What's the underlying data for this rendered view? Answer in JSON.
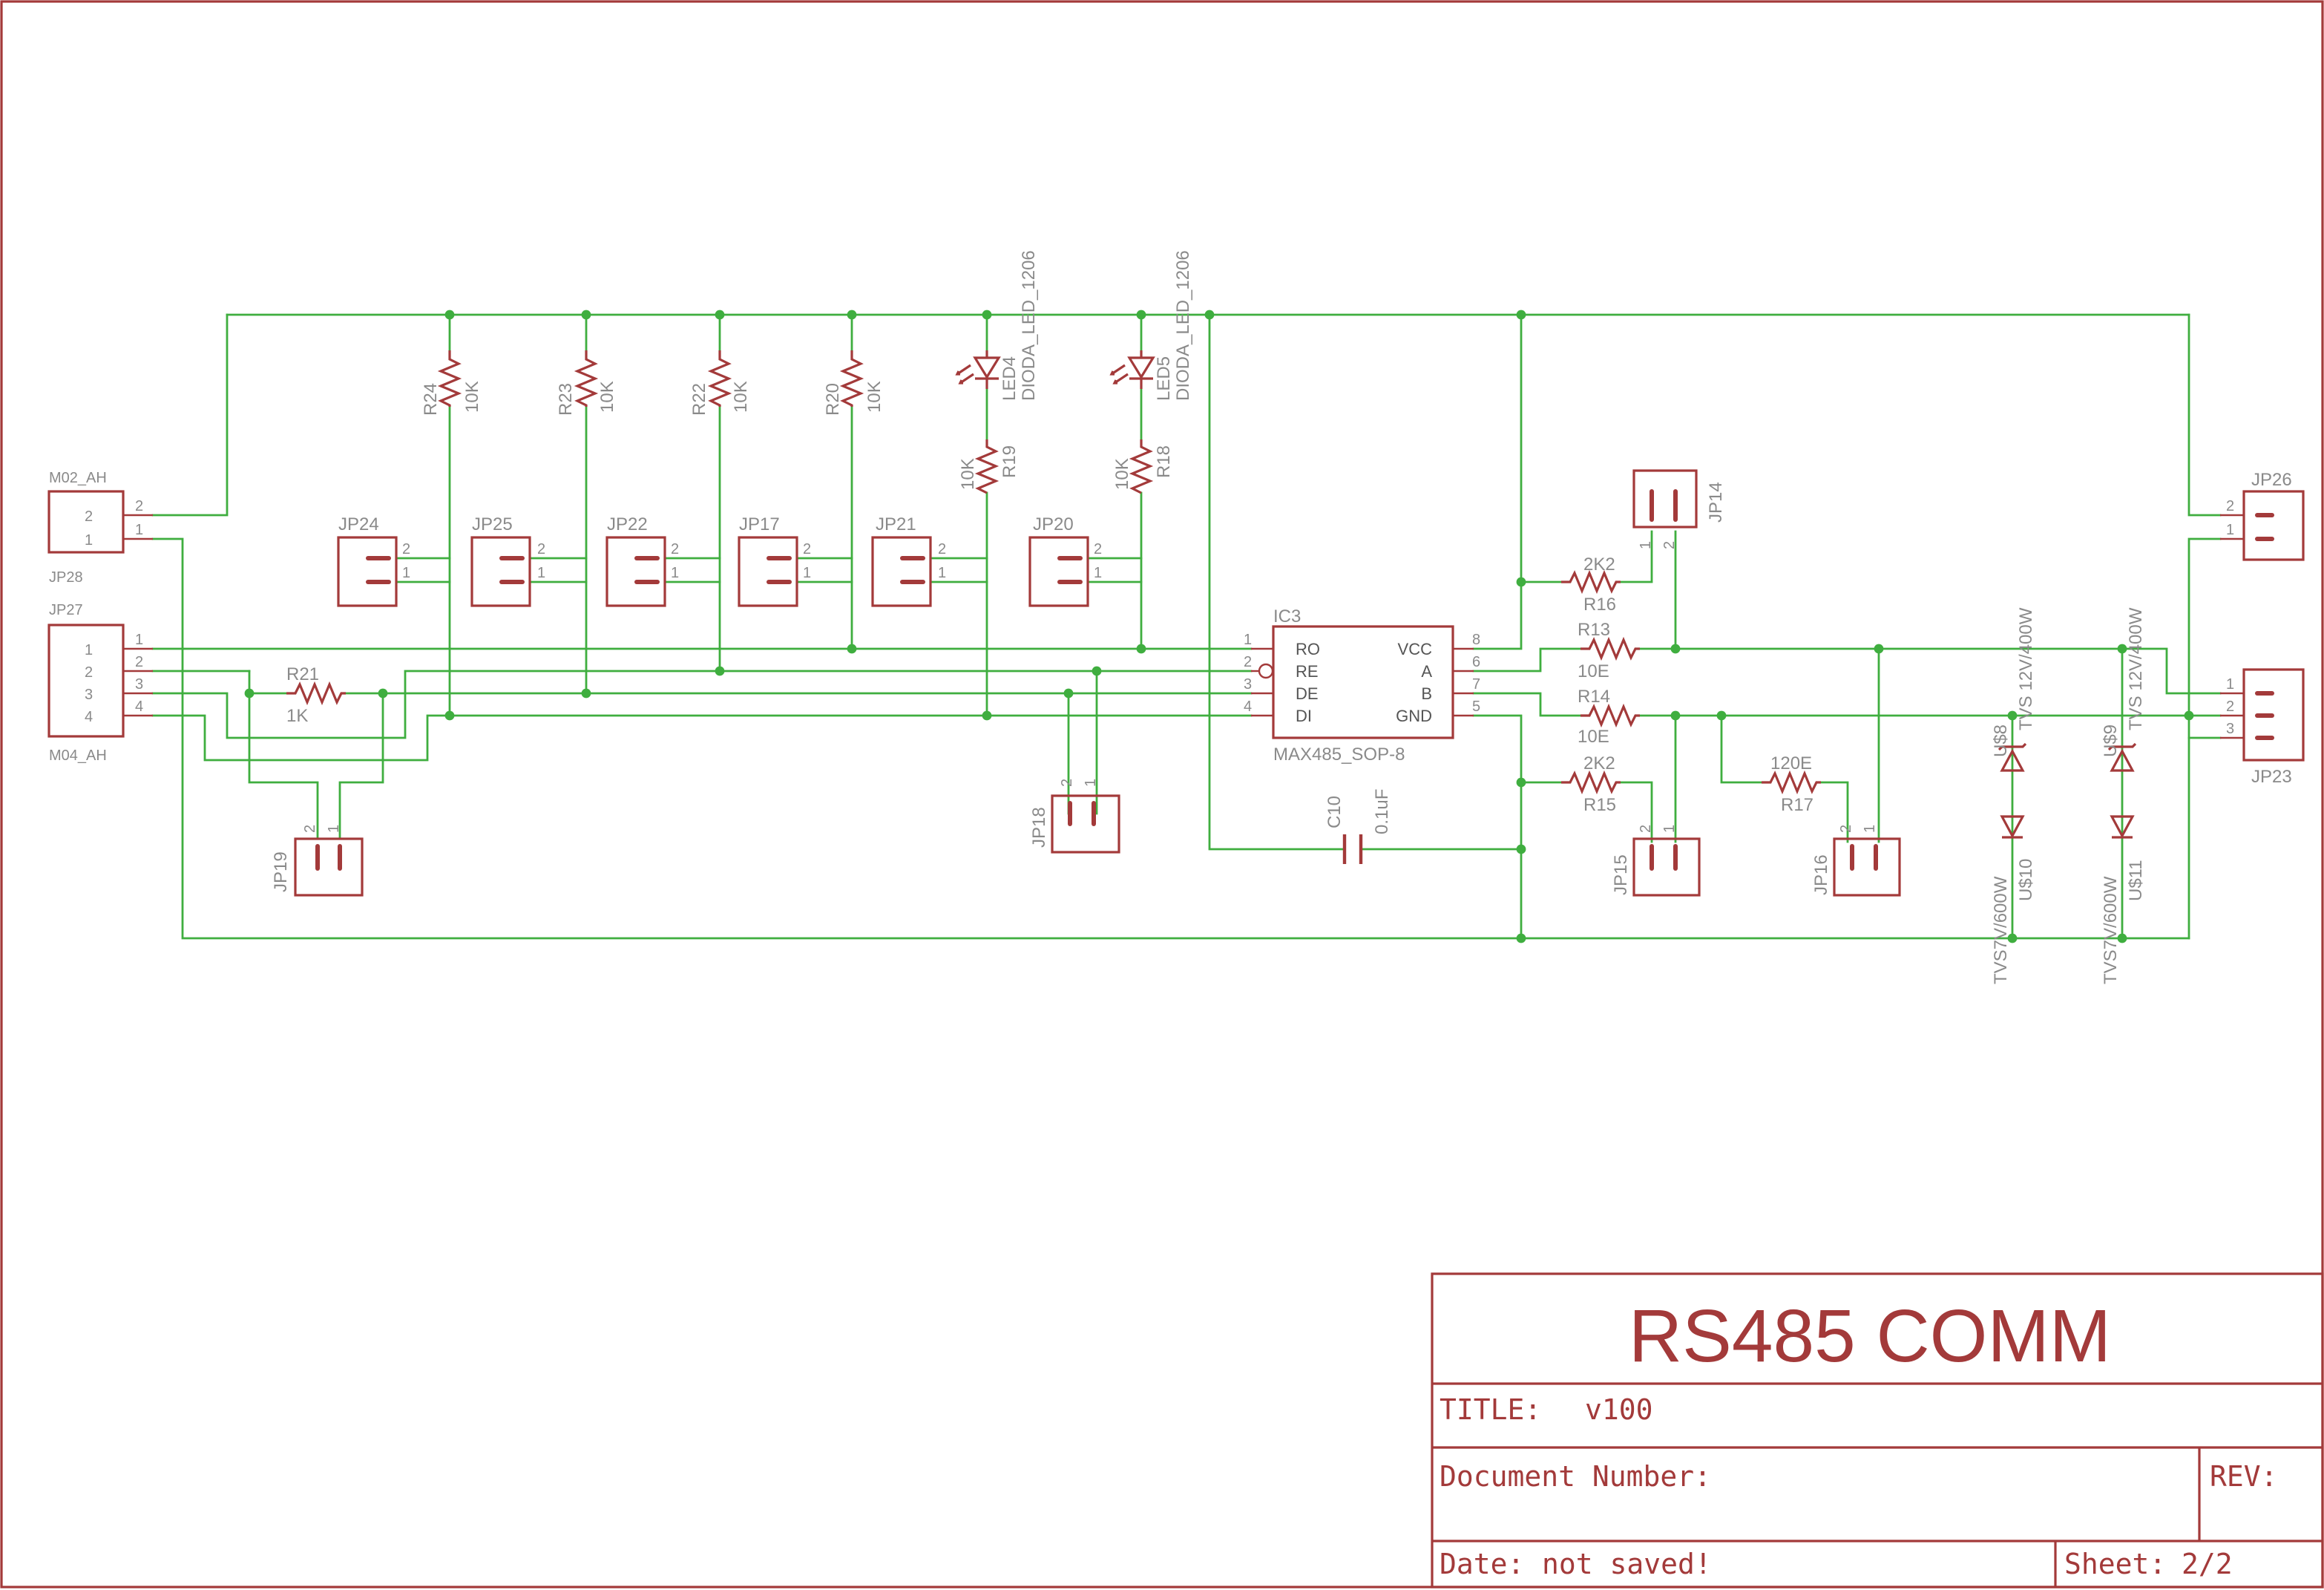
{
  "title_block": {
    "main_title": "RS485 COMM",
    "title_label": "TITLE:",
    "title_value": "v100",
    "document_number_label": "Document Number:",
    "rev_label": "REV:",
    "date_label": "Date:",
    "date_value": "not saved!",
    "sheet_label": "Sheet:",
    "sheet_value": "2/2"
  },
  "connectors": {
    "jp28": {
      "name": "JP28",
      "type": "M02_AH",
      "pins": [
        "2",
        "1"
      ]
    },
    "jp27": {
      "name": "JP27",
      "type": "M04_AH",
      "pins": [
        "1",
        "2",
        "3",
        "4"
      ]
    },
    "jp26": {
      "name": "JP26",
      "pins": [
        "2",
        "1"
      ]
    },
    "jp23": {
      "name": "JP23",
      "pins": [
        "1",
        "2",
        "3"
      ]
    },
    "jp24": {
      "name": "JP24",
      "pins": [
        "2",
        "1"
      ]
    },
    "jp25": {
      "name": "JP25",
      "pins": [
        "2",
        "1"
      ]
    },
    "jp22": {
      "name": "JP22",
      "pins": [
        "2",
        "1"
      ]
    },
    "jp17": {
      "name": "JP17",
      "pins": [
        "2",
        "1"
      ]
    },
    "jp21": {
      "name": "JP21",
      "pins": [
        "2",
        "1"
      ]
    },
    "jp20": {
      "name": "JP20",
      "pins": [
        "2",
        "1"
      ]
    },
    "jp14": {
      "name": "JP14",
      "pins": [
        "1",
        "2"
      ]
    },
    "jp18": {
      "name": "JP18",
      "pins": [
        "2",
        "1"
      ]
    },
    "jp19": {
      "name": "JP19",
      "pins": [
        "2",
        "1"
      ]
    },
    "jp15": {
      "name": "JP15",
      "pins": [
        "2",
        "1"
      ]
    },
    "jp16": {
      "name": "JP16",
      "pins": [
        "2",
        "1"
      ]
    }
  },
  "resistors": {
    "r24": {
      "name": "R24",
      "value": "10K"
    },
    "r23": {
      "name": "R23",
      "value": "10K"
    },
    "r22": {
      "name": "R22",
      "value": "10K"
    },
    "r20": {
      "name": "R20",
      "value": "10K"
    },
    "r19": {
      "name": "R19",
      "value": "10K"
    },
    "r18": {
      "name": "R18",
      "value": "10K"
    },
    "r21": {
      "name": "R21",
      "value": "1K"
    },
    "r16": {
      "name": "R16",
      "value": "2K2"
    },
    "r13": {
      "name": "R13",
      "value": "10E"
    },
    "r14": {
      "name": "R14",
      "value": "10E"
    },
    "r15": {
      "name": "R15",
      "value": "2K2"
    },
    "r17": {
      "name": "R17",
      "value": "120E"
    }
  },
  "leds": {
    "led4": {
      "name": "LED4",
      "value": "DIODA_LED_1206"
    },
    "led5": {
      "name": "LED5",
      "value": "DIODA_LED_1206"
    }
  },
  "capacitor": {
    "name": "C10",
    "value": "0.1uF"
  },
  "ic": {
    "name": "IC3",
    "value": "MAX485_SOP-8",
    "left_pins": [
      {
        "num": "1",
        "label": "RO"
      },
      {
        "num": "2",
        "label": "RE"
      },
      {
        "num": "3",
        "label": "DE"
      },
      {
        "num": "4",
        "label": "DI"
      }
    ],
    "right_pins": [
      {
        "num": "8",
        "label": "VCC"
      },
      {
        "num": "6",
        "label": "A"
      },
      {
        "num": "7",
        "label": "B"
      },
      {
        "num": "5",
        "label": "GND"
      }
    ]
  },
  "tvs": {
    "us8": {
      "name": "U$8",
      "value": "TVS 12V/400W"
    },
    "us9": {
      "name": "U$9",
      "value": "TVS 12V/400W"
    },
    "us10": {
      "name": "U$10",
      "value": "TVS7V/600W"
    },
    "us11": {
      "name": "U$11",
      "value": "TVS7V/600W"
    }
  }
}
